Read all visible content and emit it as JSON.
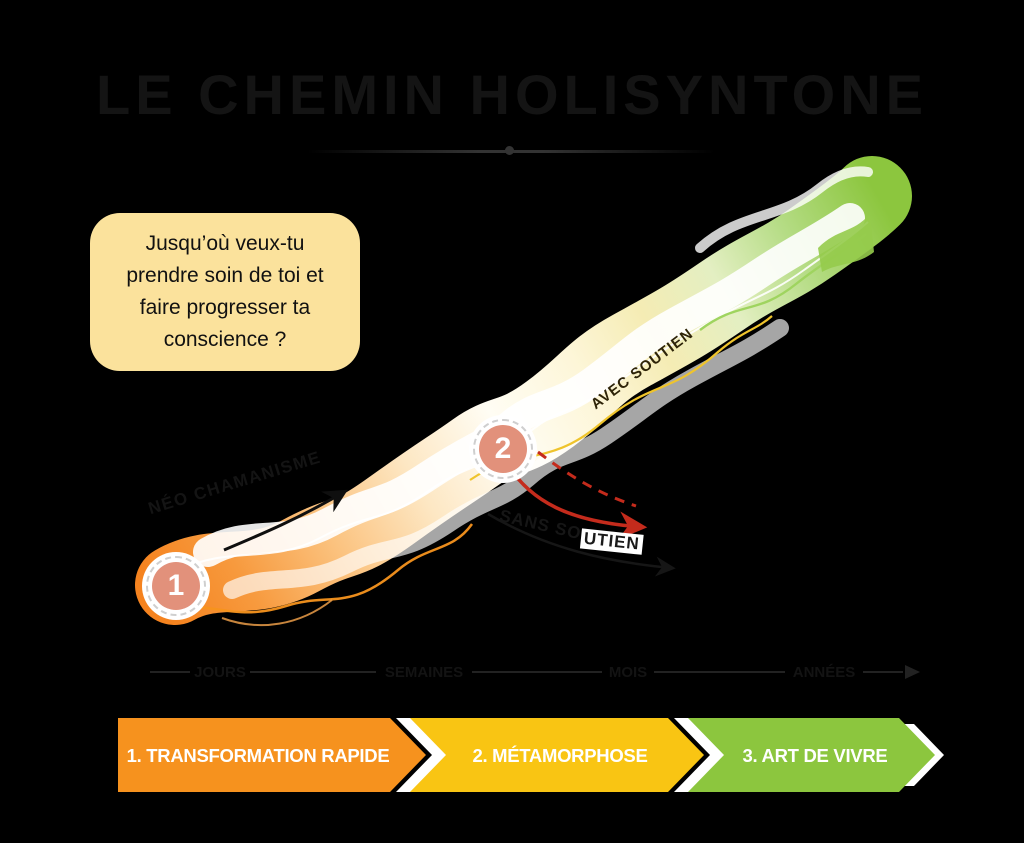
{
  "title": "LE CHEMIN HOLISYNTONE",
  "question_bubble": {
    "lines": [
      "Jusqu’où veux-tu",
      "prendre soin de toi  et",
      "faire progresser ta",
      "conscience ?"
    ]
  },
  "journey": {
    "markers": [
      {
        "number": "1"
      },
      {
        "number": "2"
      }
    ],
    "labels": {
      "ascent": "NÉO CHAMANISME",
      "with_support": "AVEC SOUTIEN",
      "without_support_prefix": "SANS SO",
      "without_support_highlight": "UTIEN"
    }
  },
  "timeline": {
    "ticks": [
      "JOURS",
      "SEMAINES",
      "MOIS",
      "ANNÉES"
    ]
  },
  "stages": [
    {
      "label": "1. TRANSFORMATION RAPIDE",
      "color": "#F6921E"
    },
    {
      "label": "2. MÉTAMORPHOSE",
      "color": "#F9C513"
    },
    {
      "label": "3. ART DE VIVRE",
      "color": "#8CC63E"
    }
  ],
  "colors": {
    "background": "#000000",
    "bubble": "#FBE29C",
    "marker": "#E2917B",
    "ramp_start": "#F5831F",
    "ramp_end": "#8CC63E",
    "regression_arrow": "#C42B1C"
  }
}
